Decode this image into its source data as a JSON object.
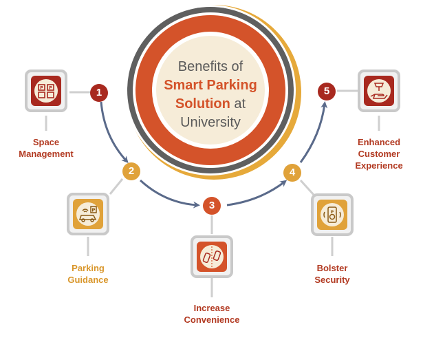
{
  "title": {
    "line1": "Benefits of",
    "line2": "Smart Parking",
    "line3_bold": "Solution",
    "line3_rest": " at",
    "line4": "University"
  },
  "steps": [
    {
      "number": "1",
      "label_line1": "Space",
      "label_line2": "Management",
      "icon": "parking-grid-icon"
    },
    {
      "number": "2",
      "label_line1": "Parking",
      "label_line2": "Guidance",
      "icon": "car-parking-wifi-icon"
    },
    {
      "number": "3",
      "label_line1": "Increase",
      "label_line2": "Convenience",
      "icon": "cars-lane-icon"
    },
    {
      "number": "4",
      "label_line1": "Bolster",
      "label_line2": "Security",
      "icon": "phone-parking-icon"
    },
    {
      "number": "5",
      "label_line1": "Enhanced",
      "label_line2": "Customer",
      "label_line3": "Experience",
      "icon": "hand-car-icon"
    }
  ],
  "colors": {
    "ring_orange": "#d4532a",
    "ring_gray": "#5f5f5f",
    "ring_gold": "#e6a93a",
    "badge_red": "#a8291f",
    "badge_gold": "#e0a23a",
    "label_red": "#b23a22",
    "label_gold": "#d9962a",
    "arrow": "#5a6a8a",
    "cream": "#f6ecd8"
  }
}
